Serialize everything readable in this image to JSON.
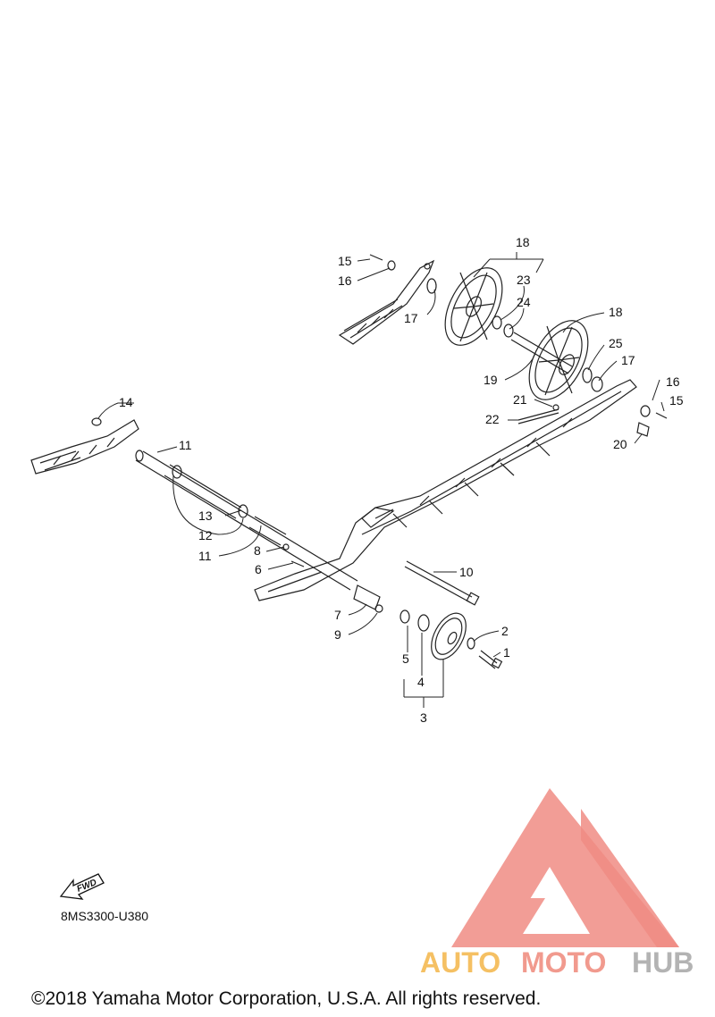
{
  "diagram": {
    "callouts": {
      "c1": "1",
      "c2": "2",
      "c3": "3",
      "c4": "4",
      "c5": "5",
      "c6": "6",
      "c7": "7",
      "c8": "8",
      "c9": "9",
      "c10": "10",
      "c11a": "11",
      "c11b": "11",
      "c12": "12",
      "c13": "13",
      "c14": "14",
      "c15a": "15",
      "c15b": "15",
      "c16a": "16",
      "c16b": "16",
      "c17a": "17",
      "c17b": "17",
      "c18a": "18",
      "c18b": "18",
      "c19": "19",
      "c20": "20",
      "c21": "21",
      "c22": "22",
      "c23": "23",
      "c24": "24",
      "c25": "25"
    },
    "fwd_label": "FWD",
    "drawing_code": "8MS3300-U380"
  },
  "watermark": {
    "auto": "AUTO",
    "moto": "MOTO",
    "hub": "HUB",
    "colors": {
      "triangle": "#f08c84",
      "auto": "#f5c063",
      "moto": "#f19a8e",
      "hub": "#b3b3b3"
    }
  },
  "footer": {
    "copyright": "©2018 Yamaha Motor Corporation, U.S.A. All rights reserved."
  }
}
